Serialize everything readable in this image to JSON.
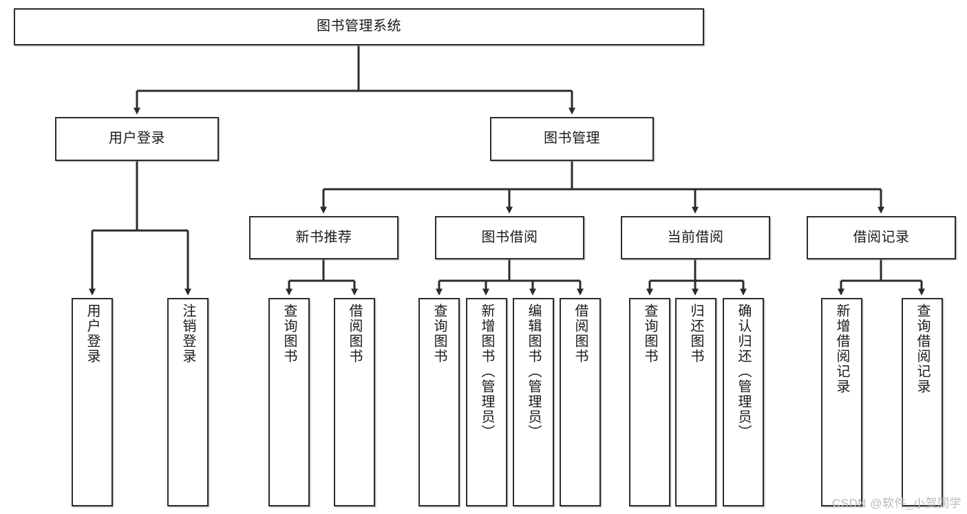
{
  "diagram": {
    "type": "tree-hierarchy-chart",
    "title": "图书管理系统",
    "watermark": "CSDN @软件_小贺同学",
    "colors": {
      "box_border": "#2b2b2b",
      "box_fill": "#ffffff",
      "connector": "#2b2b2b",
      "text": "#1a1a1a",
      "watermark": "#b9b9b9"
    },
    "levels": [
      {
        "level": 1,
        "nodes": [
          {
            "id": "root",
            "label": "图书管理系统",
            "orientation": "horizontal"
          }
        ]
      },
      {
        "level": 2,
        "nodes": [
          {
            "id": "login",
            "label": "用户登录",
            "orientation": "horizontal",
            "parent": "root"
          },
          {
            "id": "bookmgmt",
            "label": "图书管理",
            "orientation": "horizontal",
            "parent": "root"
          }
        ]
      },
      {
        "level": 3,
        "nodes": [
          {
            "id": "newbook",
            "label": "新书推荐",
            "orientation": "horizontal",
            "parent": "bookmgmt"
          },
          {
            "id": "borrow",
            "label": "图书借阅",
            "orientation": "horizontal",
            "parent": "bookmgmt"
          },
          {
            "id": "current",
            "label": "当前借阅",
            "orientation": "horizontal",
            "parent": "bookmgmt"
          },
          {
            "id": "records",
            "label": "借阅记录",
            "orientation": "horizontal",
            "parent": "bookmgmt"
          }
        ]
      },
      {
        "level": 4,
        "nodes": [
          {
            "id": "leaf1",
            "label": "用户登录",
            "orientation": "vertical",
            "parent": "login"
          },
          {
            "id": "leaf2",
            "label": "注销登录",
            "orientation": "vertical",
            "parent": "login"
          },
          {
            "id": "leaf3",
            "label": "查询图书",
            "orientation": "vertical",
            "parent": "newbook"
          },
          {
            "id": "leaf4",
            "label": "借阅图书",
            "orientation": "vertical",
            "parent": "newbook"
          },
          {
            "id": "leaf5",
            "label": "查询图书",
            "orientation": "vertical",
            "parent": "borrow"
          },
          {
            "id": "leaf6",
            "label": "新增图书（管理员）",
            "orientation": "vertical",
            "parent": "borrow"
          },
          {
            "id": "leaf7",
            "label": "编辑图书（管理员）",
            "orientation": "vertical",
            "parent": "borrow"
          },
          {
            "id": "leaf8",
            "label": "借阅图书",
            "orientation": "vertical",
            "parent": "borrow"
          },
          {
            "id": "leaf9",
            "label": "查询图书",
            "orientation": "vertical",
            "parent": "current"
          },
          {
            "id": "leaf10",
            "label": "归还图书",
            "orientation": "vertical",
            "parent": "current"
          },
          {
            "id": "leaf11",
            "label": "确认归还（管理员）",
            "orientation": "vertical",
            "parent": "current"
          },
          {
            "id": "leaf12",
            "label": "新增借阅记录",
            "orientation": "vertical",
            "parent": "records"
          },
          {
            "id": "leaf13",
            "label": "查询借阅记录",
            "orientation": "vertical",
            "parent": "records"
          }
        ]
      }
    ]
  }
}
